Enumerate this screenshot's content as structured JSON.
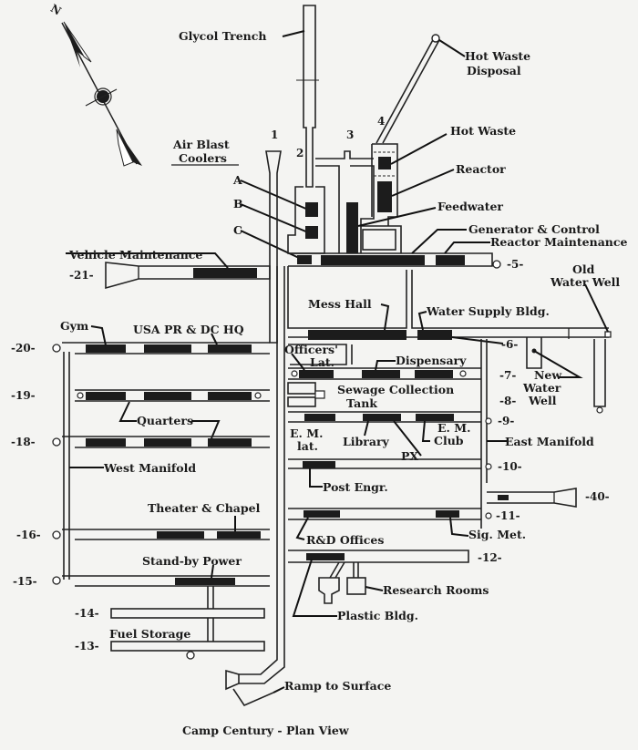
{
  "diagram": {
    "title": "Camp Century - Plan View",
    "compass": {
      "label": "N",
      "icon": "north-arrow-icon"
    },
    "trench_numbers": [
      "1",
      "2",
      "3",
      "4",
      "-5-",
      "-6-",
      "-7-",
      "-8-",
      "-9-",
      "-10-",
      "-11-",
      "-12-",
      "-13-",
      "-14-",
      "-15-",
      "-16-",
      "-18-",
      "-19-",
      "-20-",
      "-21-",
      "-40-"
    ],
    "labels": {
      "glycol_trench": "Glycol Trench",
      "hot_waste_disposal_1": "Hot Waste",
      "hot_waste_disposal_2": "Disposal",
      "air_blast_coolers_1": "Air Blast",
      "air_blast_coolers_2": "Coolers",
      "cooler_a": "A",
      "cooler_b": "B",
      "cooler_c": "C",
      "hot_waste": "Hot Waste",
      "reactor": "Reactor",
      "feedwater": "Feedwater",
      "generator_control": "Generator & Control",
      "reactor_maintenance": "Reactor Maintenance",
      "vehicle_maintenance": "Vehicle Maintenance",
      "old_water_well_1": "Old",
      "old_water_well_2": "Water Well",
      "mess_hall": "Mess Hall",
      "water_supply": "Water Supply Bldg.",
      "gym": "Gym",
      "usa_pr_dc_hq": "USA PR & DC HQ",
      "officers_lat_1": "Officers'",
      "officers_lat_2": "Lat.",
      "dispensary": "Dispensary",
      "new_water_well_1": "New",
      "new_water_well_2": "Water",
      "new_water_well_3": "Well",
      "sewage_1": "Sewage Collection",
      "sewage_2": "Tank",
      "quarters": "Quarters",
      "em_lat_1": "E. M.",
      "em_lat_2": "lat.",
      "library": "Library",
      "em_club_1": "E. M.",
      "em_club_2": "Club",
      "px": "PX",
      "east_manifold": "East Manifold",
      "west_manifold": "West Manifold",
      "post_engr": "Post Engr.",
      "theater_chapel": "Theater & Chapel",
      "rd_offices": "R&D Offices",
      "sig_met": "Sig. Met.",
      "standby_power": "Stand-by Power",
      "research_rooms": "Research Rooms",
      "plastic_bldg": "Plastic Bldg.",
      "fuel_storage": "Fuel Storage",
      "ramp": "Ramp to Surface"
    }
  }
}
